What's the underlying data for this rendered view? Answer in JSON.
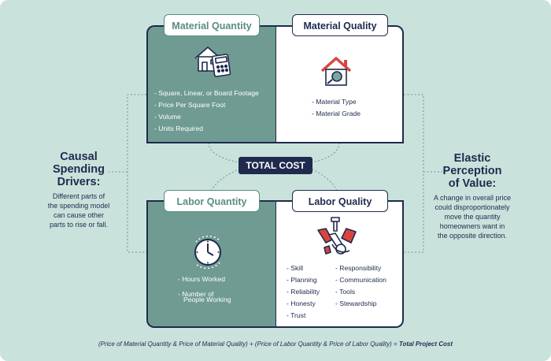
{
  "quadrants": {
    "material_quantity": {
      "title": "Material Quantity",
      "items": [
        "Square, Linear, or Board Footage",
        "Price Per Square Foot",
        "Volume",
        "Units Required"
      ]
    },
    "material_quality": {
      "title": "Material Quality",
      "items": [
        "Material Type",
        "Material Grade"
      ]
    },
    "labor_quantity": {
      "title": "Labor Quantity",
      "items": [
        "Hours Worked",
        "Number of",
        "People Working"
      ]
    },
    "labor_quality": {
      "title": "Labor Quality",
      "items_left": [
        "Skill",
        "Planning",
        "Reliability",
        "Honesty",
        "Trust"
      ],
      "items_right": [
        "Responsibility",
        "Communication",
        "Tools",
        "Stewardship"
      ]
    }
  },
  "center": {
    "label": "TOTAL COST"
  },
  "left_panel": {
    "title_lines": [
      "Causal",
      "Spending",
      "Drivers:"
    ],
    "body_lines": [
      "Different parts of",
      "the spending model",
      "can cause other",
      "parts to rise or fall."
    ]
  },
  "right_panel": {
    "title_lines": [
      "Elastic",
      "Perception",
      "of Value:"
    ],
    "body_lines": [
      "A change in overall price",
      "could disproportionately",
      "move the quantity",
      "homeowners want in",
      "the opposite direction."
    ]
  },
  "footer": {
    "formula": "(Price of Material Quantity & Price of Material Quality) + (Price of Labor Quantity & Price of Labor Quality) = ",
    "result": "Total Project Cost"
  },
  "colors": {
    "navy": "#1f2a4d",
    "teal": "#6f9b93",
    "background": "#c9e3dc",
    "accent_red": "#d9453e"
  }
}
